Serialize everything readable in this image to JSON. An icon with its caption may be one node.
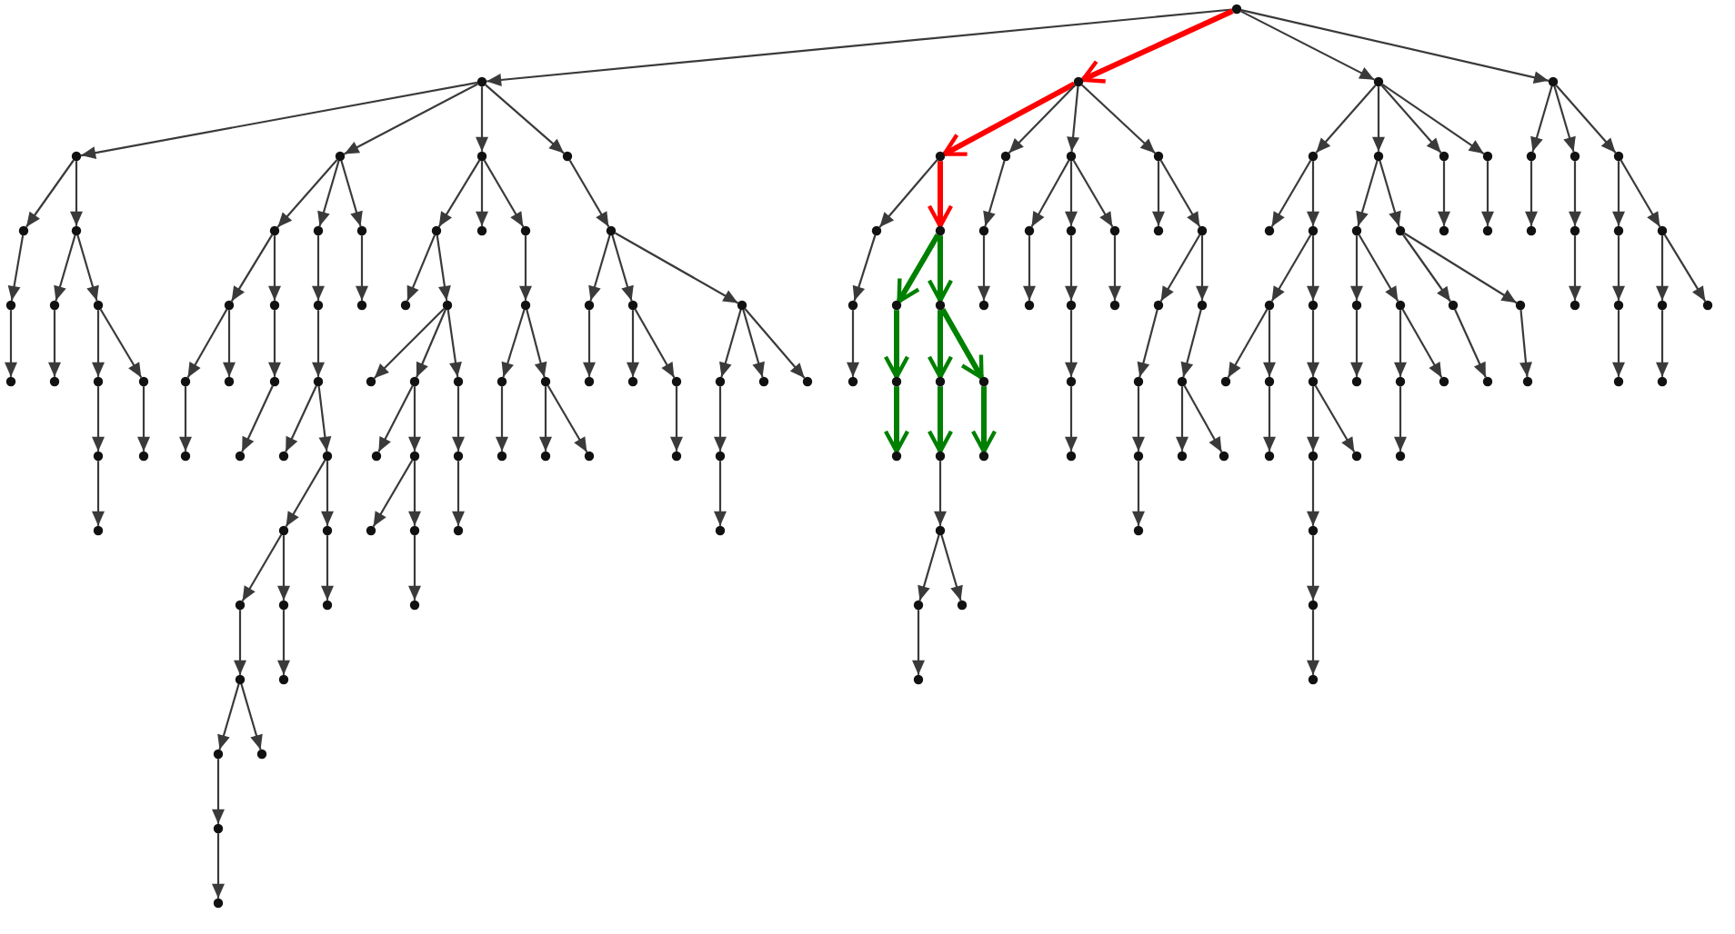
{
  "diagram": {
    "nodes": [
      {
        "text": [],
        "shape": "circle"
      },
      {
        "text": [],
        "shape": "circle"
      },
      {
        "text": [],
        "shape": "circle"
      },
      {
        "text": [],
        "shape": "circle"
      },
      {
        "text": [],
        "shape": "circle"
      },
      {
        "text": [],
        "shape": "circle"
      },
      {
        "text": [],
        "shape": "circle"
      },
      {
        "text": [],
        "shape": "circle"
      },
      {
        "text": [],
        "shape": "circle"
      },
      {
        "text": [],
        "shape": "circle"
      },
      {
        "text": [],
        "shape": "circle"
      },
      {
        "text": [],
        "shape": "circle"
      },
      {
        "text": [],
        "shape": "circle"
      },
      {
        "text": [],
        "shape": "circle"
      },
      {
        "text": [],
        "shape": "circle"
      },
      {
        "text": [],
        "shape": "circle"
      },
      {
        "text": [],
        "shape": "circle"
      },
      {
        "text": [],
        "shape": "circle"
      },
      {
        "text": [],
        "shape": "circle"
      },
      {
        "text": [],
        "shape": "circle"
      },
      {
        "text": [],
        "shape": "circle"
      },
      {
        "text": [],
        "shape": "circle"
      },
      {
        "text": [],
        "shape": "circle"
      },
      {
        "text": [],
        "shape": "circle"
      },
      {
        "text": [],
        "shape": "circle"
      },
      {
        "text": [],
        "shape": "circle"
      },
      {
        "text": [],
        "shape": "circle"
      },
      {
        "text": [],
        "shape": "circle"
      },
      {
        "text": [],
        "shape": "circle"
      },
      {
        "text": [],
        "shape": "circle"
      },
      {
        "text": [],
        "shape": "circle"
      },
      {
        "text": [],
        "shape": "circle"
      },
      {
        "text": [],
        "shape": "circle"
      },
      {
        "text": [],
        "shape": "circle"
      },
      {
        "text": [],
        "shape": "circle"
      },
      {
        "text": [],
        "shape": "circle"
      },
      {
        "text": [],
        "shape": "circle"
      },
      {
        "text": [],
        "shape": "circle"
      },
      {
        "text": [],
        "shape": "circle"
      },
      {
        "text": [],
        "shape": "circle"
      },
      {
        "text": [],
        "shape": "circle"
      },
      {
        "text": [],
        "shape": "circle"
      },
      {
        "text": [],
        "shape": "circle"
      },
      {
        "text": [],
        "shape": "circle"
      },
      {
        "text": [],
        "shape": "circle"
      },
      {
        "text": [],
        "shape": "circle"
      },
      {
        "text": [],
        "shape": "circle"
      },
      {
        "text": [],
        "shape": "circle"
      },
      {
        "text": [],
        "shape": "circle"
      },
      {
        "text": [],
        "shape": "circle"
      },
      {
        "text": [],
        "shape": "circle"
      },
      {
        "text": [],
        "shape": "circle"
      },
      {
        "text": [],
        "shape": "circle"
      },
      {
        "text": [],
        "shape": "circle"
      },
      {
        "text": [],
        "shape": "circle"
      },
      {
        "text": [],
        "shape": "circle"
      },
      {
        "text": [],
        "shape": "circle"
      },
      {
        "text": [],
        "shape": "circle"
      },
      {
        "text": [],
        "shape": "circle"
      },
      {
        "text": [],
        "shape": "circle"
      },
      {
        "text": [],
        "shape": "circle"
      },
      {
        "text": [],
        "shape": "circle"
      },
      {
        "text": [],
        "shape": "circle"
      },
      {
        "text": [],
        "shape": "circle"
      },
      {
        "text": [],
        "shape": "circle"
      },
      {
        "text": [],
        "shape": "circle"
      },
      {
        "text": [],
        "shape": "circle"
      },
      {
        "text": [],
        "shape": "circle"
      },
      {
        "text": [],
        "shape": "circle"
      },
      {
        "text": [],
        "shape": "circle"
      },
      {
        "text": [],
        "shape": "circle"
      },
      {
        "text": [],
        "shape": "circle"
      },
      {
        "text": [],
        "shape": "circle"
      },
      {
        "text": [],
        "shape": "circle"
      },
      {
        "text": [],
        "shape": "circle"
      },
      {
        "text": [],
        "shape": "circle"
      },
      {
        "text": [],
        "shape": "circle"
      },
      {
        "text": [],
        "shape": "circle"
      },
      {
        "text": [],
        "shape": "circle"
      },
      {
        "text": [],
        "shape": "circle"
      },
      {
        "text": [],
        "shape": "circle"
      },
      {
        "text": [],
        "shape": "circle"
      },
      {
        "text": [],
        "shape": "circle"
      },
      {
        "text": [],
        "shape": "circle"
      },
      {
        "text": [],
        "shape": "circle"
      },
      {
        "text": [],
        "shape": "circle"
      },
      {
        "text": [],
        "shape": "circle"
      },
      {
        "text": [],
        "shape": "circle"
      },
      {
        "text": [],
        "shape": "circle"
      },
      {
        "text": [],
        "shape": "circle"
      },
      {
        "text": [],
        "shape": "circle"
      },
      {
        "text": [],
        "shape": "circle"
      },
      {
        "text": [],
        "shape": "circle"
      },
      {
        "text": [],
        "shape": "circle"
      },
      {
        "text": [],
        "shape": "circle"
      },
      {
        "text": [],
        "shape": "circle"
      },
      {
        "text": [],
        "shape": "circle"
      },
      {
        "text": [],
        "shape": "circle"
      },
      {
        "text": [],
        "shape": "circle"
      },
      {
        "text": [],
        "shape": "circle"
      },
      {
        "text": [],
        "shape": "circle"
      },
      {
        "text": [],
        "shape": "circle"
      },
      {
        "text": [],
        "shape": "circle"
      },
      {
        "text": [],
        "shape": "circle"
      },
      {
        "text": [],
        "shape": "circle"
      },
      {
        "text": [],
        "shape": "circle"
      },
      {
        "text": [],
        "shape": "circle"
      },
      {
        "text": [],
        "shape": "circle"
      },
      {
        "text": [],
        "shape": "circle"
      },
      {
        "text": [],
        "shape": "circle"
      },
      {
        "text": [],
        "shape": "circle"
      },
      {
        "text": [],
        "shape": "circle"
      },
      {
        "text": [],
        "shape": "circle"
      },
      {
        "text": [],
        "shape": "circle"
      },
      {
        "text": [],
        "shape": "circle"
      },
      {
        "text": [],
        "shape": "circle"
      },
      {
        "text": [],
        "shape": "circle"
      },
      {
        "text": [],
        "shape": "circle"
      },
      {
        "text": [],
        "shape": "circle"
      },
      {
        "text": [],
        "shape": "circle"
      },
      {
        "text": [],
        "shape": "circle"
      },
      {
        "text": [],
        "shape": "circle"
      },
      {
        "text": [],
        "shape": "circle"
      },
      {
        "text": [],
        "shape": "circle"
      },
      {
        "text": [],
        "shape": "circle"
      },
      {
        "text": [],
        "shape": "circle"
      },
      {
        "text": [],
        "shape": "circle"
      },
      {
        "text": [],
        "shape": "circle"
      },
      {
        "text": [],
        "shape": "circle"
      },
      {
        "text": [],
        "shape": "circle"
      },
      {
        "text": [],
        "shape": "circle"
      },
      {
        "text": [],
        "shape": "circle"
      },
      {
        "text": [],
        "shape": "circle"
      },
      {
        "text": [],
        "shape": "circle"
      },
      {
        "text": [],
        "shape": "circle"
      },
      {
        "text": [],
        "shape": "circle"
      },
      {
        "text": [],
        "shape": "circle"
      },
      {
        "text": [],
        "shape": "circle"
      },
      {
        "text": [],
        "shape": "circle"
      },
      {
        "text": [],
        "shape": "circle"
      },
      {
        "text": [],
        "shape": "circle"
      },
      {
        "text": [],
        "shape": "circle"
      },
      {
        "text": [],
        "shape": "circle"
      },
      {
        "text": [],
        "shape": "circle"
      },
      {
        "text": [],
        "shape": "circle"
      },
      {
        "text": [],
        "shape": "circle"
      },
      {
        "text": [],
        "shape": "circle"
      },
      {
        "text": [],
        "shape": "circle"
      },
      {
        "text": [],
        "shape": "circle"
      },
      {
        "text": [],
        "shape": "circle"
      },
      {
        "text": [],
        "shape": "circle"
      },
      {
        "text": [],
        "shape": "circle"
      },
      {
        "text": [],
        "shape": "circle"
      },
      {
        "text": [],
        "shape": "circle"
      },
      {
        "text": [],
        "shape": "circle"
      },
      {
        "text": [],
        "shape": "circle"
      },
      {
        "text": [],
        "shape": "circle"
      },
      {
        "text": [],
        "shape": "circle"
      },
      {
        "text": [],
        "shape": "circle"
      },
      {
        "text": [],
        "shape": "circle"
      },
      {
        "text": [],
        "shape": "circle"
      },
      {
        "text": [],
        "shape": "circle"
      },
      {
        "text": [],
        "shape": "circle"
      },
      {
        "text": [],
        "shape": "circle"
      },
      {
        "text": [],
        "shape": "circle"
      }
    ],
    "edges": [
      {
        "from": 0,
        "to": 1,
        "arrow": "to"
      },
      {
        "from": 1,
        "to": 2,
        "arrow": "to"
      },
      {
        "from": 2,
        "to": 3,
        "arrow": "to"
      },
      {
        "from": 3,
        "to": 4,
        "arrow": "to"
      },
      {
        "from": 4,
        "to": 5,
        "arrow": "to"
      },
      {
        "from": 2,
        "to": 6,
        "arrow": "to"
      },
      {
        "from": 6,
        "to": 7,
        "arrow": "to"
      },
      {
        "from": 7,
        "to": 8,
        "arrow": "to"
      },
      {
        "from": 6,
        "to": 9,
        "arrow": "to"
      },
      {
        "from": 9,
        "to": 10,
        "arrow": "to"
      },
      {
        "from": 10,
        "to": 11,
        "arrow": "to"
      },
      {
        "from": 11,
        "to": 12,
        "arrow": "to"
      },
      {
        "from": 9,
        "to": 13,
        "arrow": "to"
      },
      {
        "from": 13,
        "to": 14,
        "arrow": "to"
      },
      {
        "from": 1,
        "to": 15,
        "arrow": "to"
      },
      {
        "from": 15,
        "to": 16,
        "arrow": "to"
      },
      {
        "from": 16,
        "to": 17,
        "arrow": "to"
      },
      {
        "from": 17,
        "to": 18,
        "arrow": "to"
      },
      {
        "from": 18,
        "to": 19,
        "arrow": "to"
      },
      {
        "from": 17,
        "to": 20,
        "arrow": "to"
      },
      {
        "from": 16,
        "to": 21,
        "arrow": "to"
      },
      {
        "from": 21,
        "to": 22,
        "arrow": "to"
      },
      {
        "from": 22,
        "to": 23,
        "arrow": "to"
      },
      {
        "from": 15,
        "to": 24,
        "arrow": "to"
      },
      {
        "from": 24,
        "to": 25,
        "arrow": "to"
      },
      {
        "from": 25,
        "to": 26,
        "arrow": "to"
      },
      {
        "from": 26,
        "to": 27,
        "arrow": "to"
      },
      {
        "from": 26,
        "to": 28,
        "arrow": "to"
      },
      {
        "from": 28,
        "to": 29,
        "arrow": "to"
      },
      {
        "from": 29,
        "to": 30,
        "arrow": "to"
      },
      {
        "from": 30,
        "to": 31,
        "arrow": "to"
      },
      {
        "from": 31,
        "to": 32,
        "arrow": "to"
      },
      {
        "from": 32,
        "to": 33,
        "arrow": "to"
      },
      {
        "from": 33,
        "to": 34,
        "arrow": "to"
      },
      {
        "from": 31,
        "to": 35,
        "arrow": "to"
      },
      {
        "from": 29,
        "to": 36,
        "arrow": "to"
      },
      {
        "from": 36,
        "to": 37,
        "arrow": "to"
      },
      {
        "from": 28,
        "to": 38,
        "arrow": "to"
      },
      {
        "from": 38,
        "to": 39,
        "arrow": "to"
      },
      {
        "from": 15,
        "to": 40,
        "arrow": "to"
      },
      {
        "from": 40,
        "to": 41,
        "arrow": "to"
      },
      {
        "from": 1,
        "to": 42,
        "arrow": "to"
      },
      {
        "from": 42,
        "to": 43,
        "arrow": "to"
      },
      {
        "from": 43,
        "to": 44,
        "arrow": "to"
      },
      {
        "from": 43,
        "to": 45,
        "arrow": "to"
      },
      {
        "from": 45,
        "to": 46,
        "arrow": "to"
      },
      {
        "from": 45,
        "to": 47,
        "arrow": "to"
      },
      {
        "from": 47,
        "to": 48,
        "arrow": "to"
      },
      {
        "from": 47,
        "to": 49,
        "arrow": "to"
      },
      {
        "from": 49,
        "to": 50,
        "arrow": "to"
      },
      {
        "from": 49,
        "to": 51,
        "arrow": "to"
      },
      {
        "from": 51,
        "to": 52,
        "arrow": "to"
      },
      {
        "from": 45,
        "to": 53,
        "arrow": "to"
      },
      {
        "from": 53,
        "to": 54,
        "arrow": "to"
      },
      {
        "from": 54,
        "to": 55,
        "arrow": "to"
      },
      {
        "from": 42,
        "to": 56,
        "arrow": "to"
      },
      {
        "from": 42,
        "to": 57,
        "arrow": "to"
      },
      {
        "from": 57,
        "to": 58,
        "arrow": "to"
      },
      {
        "from": 58,
        "to": 59,
        "arrow": "to"
      },
      {
        "from": 59,
        "to": 60,
        "arrow": "to"
      },
      {
        "from": 58,
        "to": 61,
        "arrow": "to"
      },
      {
        "from": 61,
        "to": 62,
        "arrow": "to"
      },
      {
        "from": 61,
        "to": 63,
        "arrow": "to"
      },
      {
        "from": 1,
        "to": 64,
        "arrow": "to"
      },
      {
        "from": 64,
        "to": 65,
        "arrow": "to"
      },
      {
        "from": 65,
        "to": 66,
        "arrow": "to"
      },
      {
        "from": 66,
        "to": 67,
        "arrow": "to"
      },
      {
        "from": 65,
        "to": 68,
        "arrow": "to"
      },
      {
        "from": 68,
        "to": 69,
        "arrow": "to"
      },
      {
        "from": 68,
        "to": 70,
        "arrow": "to"
      },
      {
        "from": 70,
        "to": 71,
        "arrow": "to"
      },
      {
        "from": 65,
        "to": 72,
        "arrow": "to"
      },
      {
        "from": 72,
        "to": 73,
        "arrow": "to"
      },
      {
        "from": 73,
        "to": 74,
        "arrow": "to"
      },
      {
        "from": 74,
        "to": 75,
        "arrow": "to"
      },
      {
        "from": 72,
        "to": 76,
        "arrow": "to"
      },
      {
        "from": 72,
        "to": 77,
        "arrow": "to"
      },
      {
        "from": 0,
        "to": 78,
        "arrow": "to",
        "style": "thick",
        "color": "#ff0000"
      },
      {
        "from": 78,
        "to": 79,
        "arrow": "to",
        "style": "thick",
        "color": "#ff0000"
      },
      {
        "from": 79,
        "to": 80,
        "arrow": "to"
      },
      {
        "from": 80,
        "to": 81,
        "arrow": "to"
      },
      {
        "from": 81,
        "to": 82,
        "arrow": "to"
      },
      {
        "from": 79,
        "to": 83,
        "arrow": "to",
        "style": "thick",
        "color": "#ff0000"
      },
      {
        "from": 83,
        "to": 84,
        "arrow": "to",
        "style": "thick",
        "color": "#008000"
      },
      {
        "from": 84,
        "to": 85,
        "arrow": "to",
        "style": "thick",
        "color": "#008000"
      },
      {
        "from": 85,
        "to": 86,
        "arrow": "to",
        "style": "thick",
        "color": "#008000"
      },
      {
        "from": 83,
        "to": 87,
        "arrow": "to",
        "style": "thick",
        "color": "#008000"
      },
      {
        "from": 87,
        "to": 88,
        "arrow": "to",
        "style": "thick",
        "color": "#008000"
      },
      {
        "from": 88,
        "to": 89,
        "arrow": "to",
        "style": "thick",
        "color": "#008000"
      },
      {
        "from": 89,
        "to": 90,
        "arrow": "to"
      },
      {
        "from": 90,
        "to": 91,
        "arrow": "to"
      },
      {
        "from": 91,
        "to": 92,
        "arrow": "to"
      },
      {
        "from": 90,
        "to": 93,
        "arrow": "to"
      },
      {
        "from": 87,
        "to": 94,
        "arrow": "to",
        "style": "thick",
        "color": "#008000"
      },
      {
        "from": 94,
        "to": 95,
        "arrow": "to",
        "style": "thick",
        "color": "#008000"
      },
      {
        "from": 78,
        "to": 96,
        "arrow": "to"
      },
      {
        "from": 96,
        "to": 97,
        "arrow": "to"
      },
      {
        "from": 97,
        "to": 98,
        "arrow": "to"
      },
      {
        "from": 78,
        "to": 99,
        "arrow": "to"
      },
      {
        "from": 99,
        "to": 100,
        "arrow": "to"
      },
      {
        "from": 100,
        "to": 101,
        "arrow": "to"
      },
      {
        "from": 99,
        "to": 102,
        "arrow": "to"
      },
      {
        "from": 102,
        "to": 103,
        "arrow": "to"
      },
      {
        "from": 103,
        "to": 104,
        "arrow": "to"
      },
      {
        "from": 104,
        "to": 105,
        "arrow": "to"
      },
      {
        "from": 99,
        "to": 106,
        "arrow": "to"
      },
      {
        "from": 106,
        "to": 107,
        "arrow": "to"
      },
      {
        "from": 78,
        "to": 108,
        "arrow": "to"
      },
      {
        "from": 108,
        "to": 109,
        "arrow": "to"
      },
      {
        "from": 108,
        "to": 110,
        "arrow": "to"
      },
      {
        "from": 110,
        "to": 111,
        "arrow": "to"
      },
      {
        "from": 111,
        "to": 112,
        "arrow": "to"
      },
      {
        "from": 112,
        "to": 113,
        "arrow": "to"
      },
      {
        "from": 113,
        "to": 114,
        "arrow": "to"
      },
      {
        "from": 110,
        "to": 115,
        "arrow": "to"
      },
      {
        "from": 115,
        "to": 116,
        "arrow": "to"
      },
      {
        "from": 116,
        "to": 117,
        "arrow": "to"
      },
      {
        "from": 116,
        "to": 118,
        "arrow": "to"
      },
      {
        "from": 0,
        "to": 119,
        "arrow": "to"
      },
      {
        "from": 119,
        "to": 120,
        "arrow": "to"
      },
      {
        "from": 120,
        "to": 121,
        "arrow": "to"
      },
      {
        "from": 120,
        "to": 122,
        "arrow": "to"
      },
      {
        "from": 122,
        "to": 123,
        "arrow": "to"
      },
      {
        "from": 123,
        "to": 124,
        "arrow": "to"
      },
      {
        "from": 123,
        "to": 125,
        "arrow": "to"
      },
      {
        "from": 125,
        "to": 126,
        "arrow": "to"
      },
      {
        "from": 122,
        "to": 127,
        "arrow": "to"
      },
      {
        "from": 127,
        "to": 128,
        "arrow": "to"
      },
      {
        "from": 128,
        "to": 129,
        "arrow": "to"
      },
      {
        "from": 129,
        "to": 130,
        "arrow": "to"
      },
      {
        "from": 130,
        "to": 131,
        "arrow": "to"
      },
      {
        "from": 131,
        "to": 132,
        "arrow": "to"
      },
      {
        "from": 128,
        "to": 133,
        "arrow": "to"
      },
      {
        "from": 119,
        "to": 134,
        "arrow": "to"
      },
      {
        "from": 134,
        "to": 135,
        "arrow": "to"
      },
      {
        "from": 135,
        "to": 136,
        "arrow": "to"
      },
      {
        "from": 136,
        "to": 137,
        "arrow": "to"
      },
      {
        "from": 135,
        "to": 138,
        "arrow": "to"
      },
      {
        "from": 138,
        "to": 139,
        "arrow": "to"
      },
      {
        "from": 139,
        "to": 140,
        "arrow": "to"
      },
      {
        "from": 138,
        "to": 141,
        "arrow": "to"
      },
      {
        "from": 134,
        "to": 142,
        "arrow": "to"
      },
      {
        "from": 142,
        "to": 143,
        "arrow": "to"
      },
      {
        "from": 143,
        "to": 144,
        "arrow": "to"
      },
      {
        "from": 142,
        "to": 145,
        "arrow": "to"
      },
      {
        "from": 145,
        "to": 146,
        "arrow": "to"
      },
      {
        "from": 119,
        "to": 147,
        "arrow": "to"
      },
      {
        "from": 147,
        "to": 148,
        "arrow": "to"
      },
      {
        "from": 119,
        "to": 149,
        "arrow": "to"
      },
      {
        "from": 149,
        "to": 150,
        "arrow": "to"
      },
      {
        "from": 0,
        "to": 151,
        "arrow": "to"
      },
      {
        "from": 151,
        "to": 152,
        "arrow": "to"
      },
      {
        "from": 152,
        "to": 153,
        "arrow": "to"
      },
      {
        "from": 151,
        "to": 154,
        "arrow": "to"
      },
      {
        "from": 154,
        "to": 155,
        "arrow": "to"
      },
      {
        "from": 155,
        "to": 156,
        "arrow": "to"
      },
      {
        "from": 151,
        "to": 157,
        "arrow": "to"
      },
      {
        "from": 157,
        "to": 158,
        "arrow": "to"
      },
      {
        "from": 158,
        "to": 159,
        "arrow": "to"
      },
      {
        "from": 159,
        "to": 160,
        "arrow": "to"
      },
      {
        "from": 157,
        "to": 161,
        "arrow": "to"
      },
      {
        "from": 161,
        "to": 162,
        "arrow": "to"
      },
      {
        "from": 162,
        "to": 163,
        "arrow": "to"
      },
      {
        "from": 161,
        "to": 164,
        "arrow": "to"
      }
    ]
  }
}
